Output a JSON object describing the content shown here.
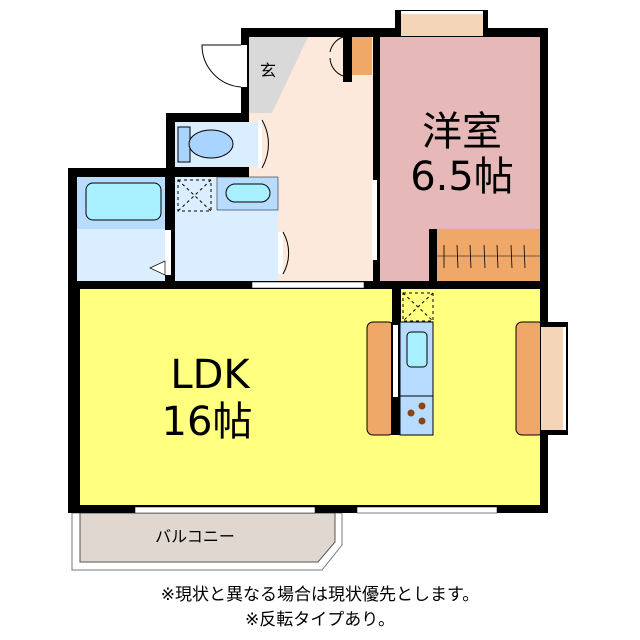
{
  "rooms": {
    "genkan": {
      "label": "玄"
    },
    "western": {
      "name": "洋室",
      "size": "6.5帖"
    },
    "ldk": {
      "name": "LDK",
      "size": "16帖"
    },
    "balcony": {
      "label": "バルコニー"
    }
  },
  "notes": {
    "line1": "※現状と異なる場合は現状優先とします。",
    "line2": "※反転タイプあり。"
  },
  "colors": {
    "ldk": "#ffff80",
    "western": "#e6b8b8",
    "hall": "#fde9dc",
    "wet": "#dbeeff",
    "storage": "#f0a868",
    "genkan": "#d9d9d9",
    "balcony": "#e0d8d0"
  }
}
